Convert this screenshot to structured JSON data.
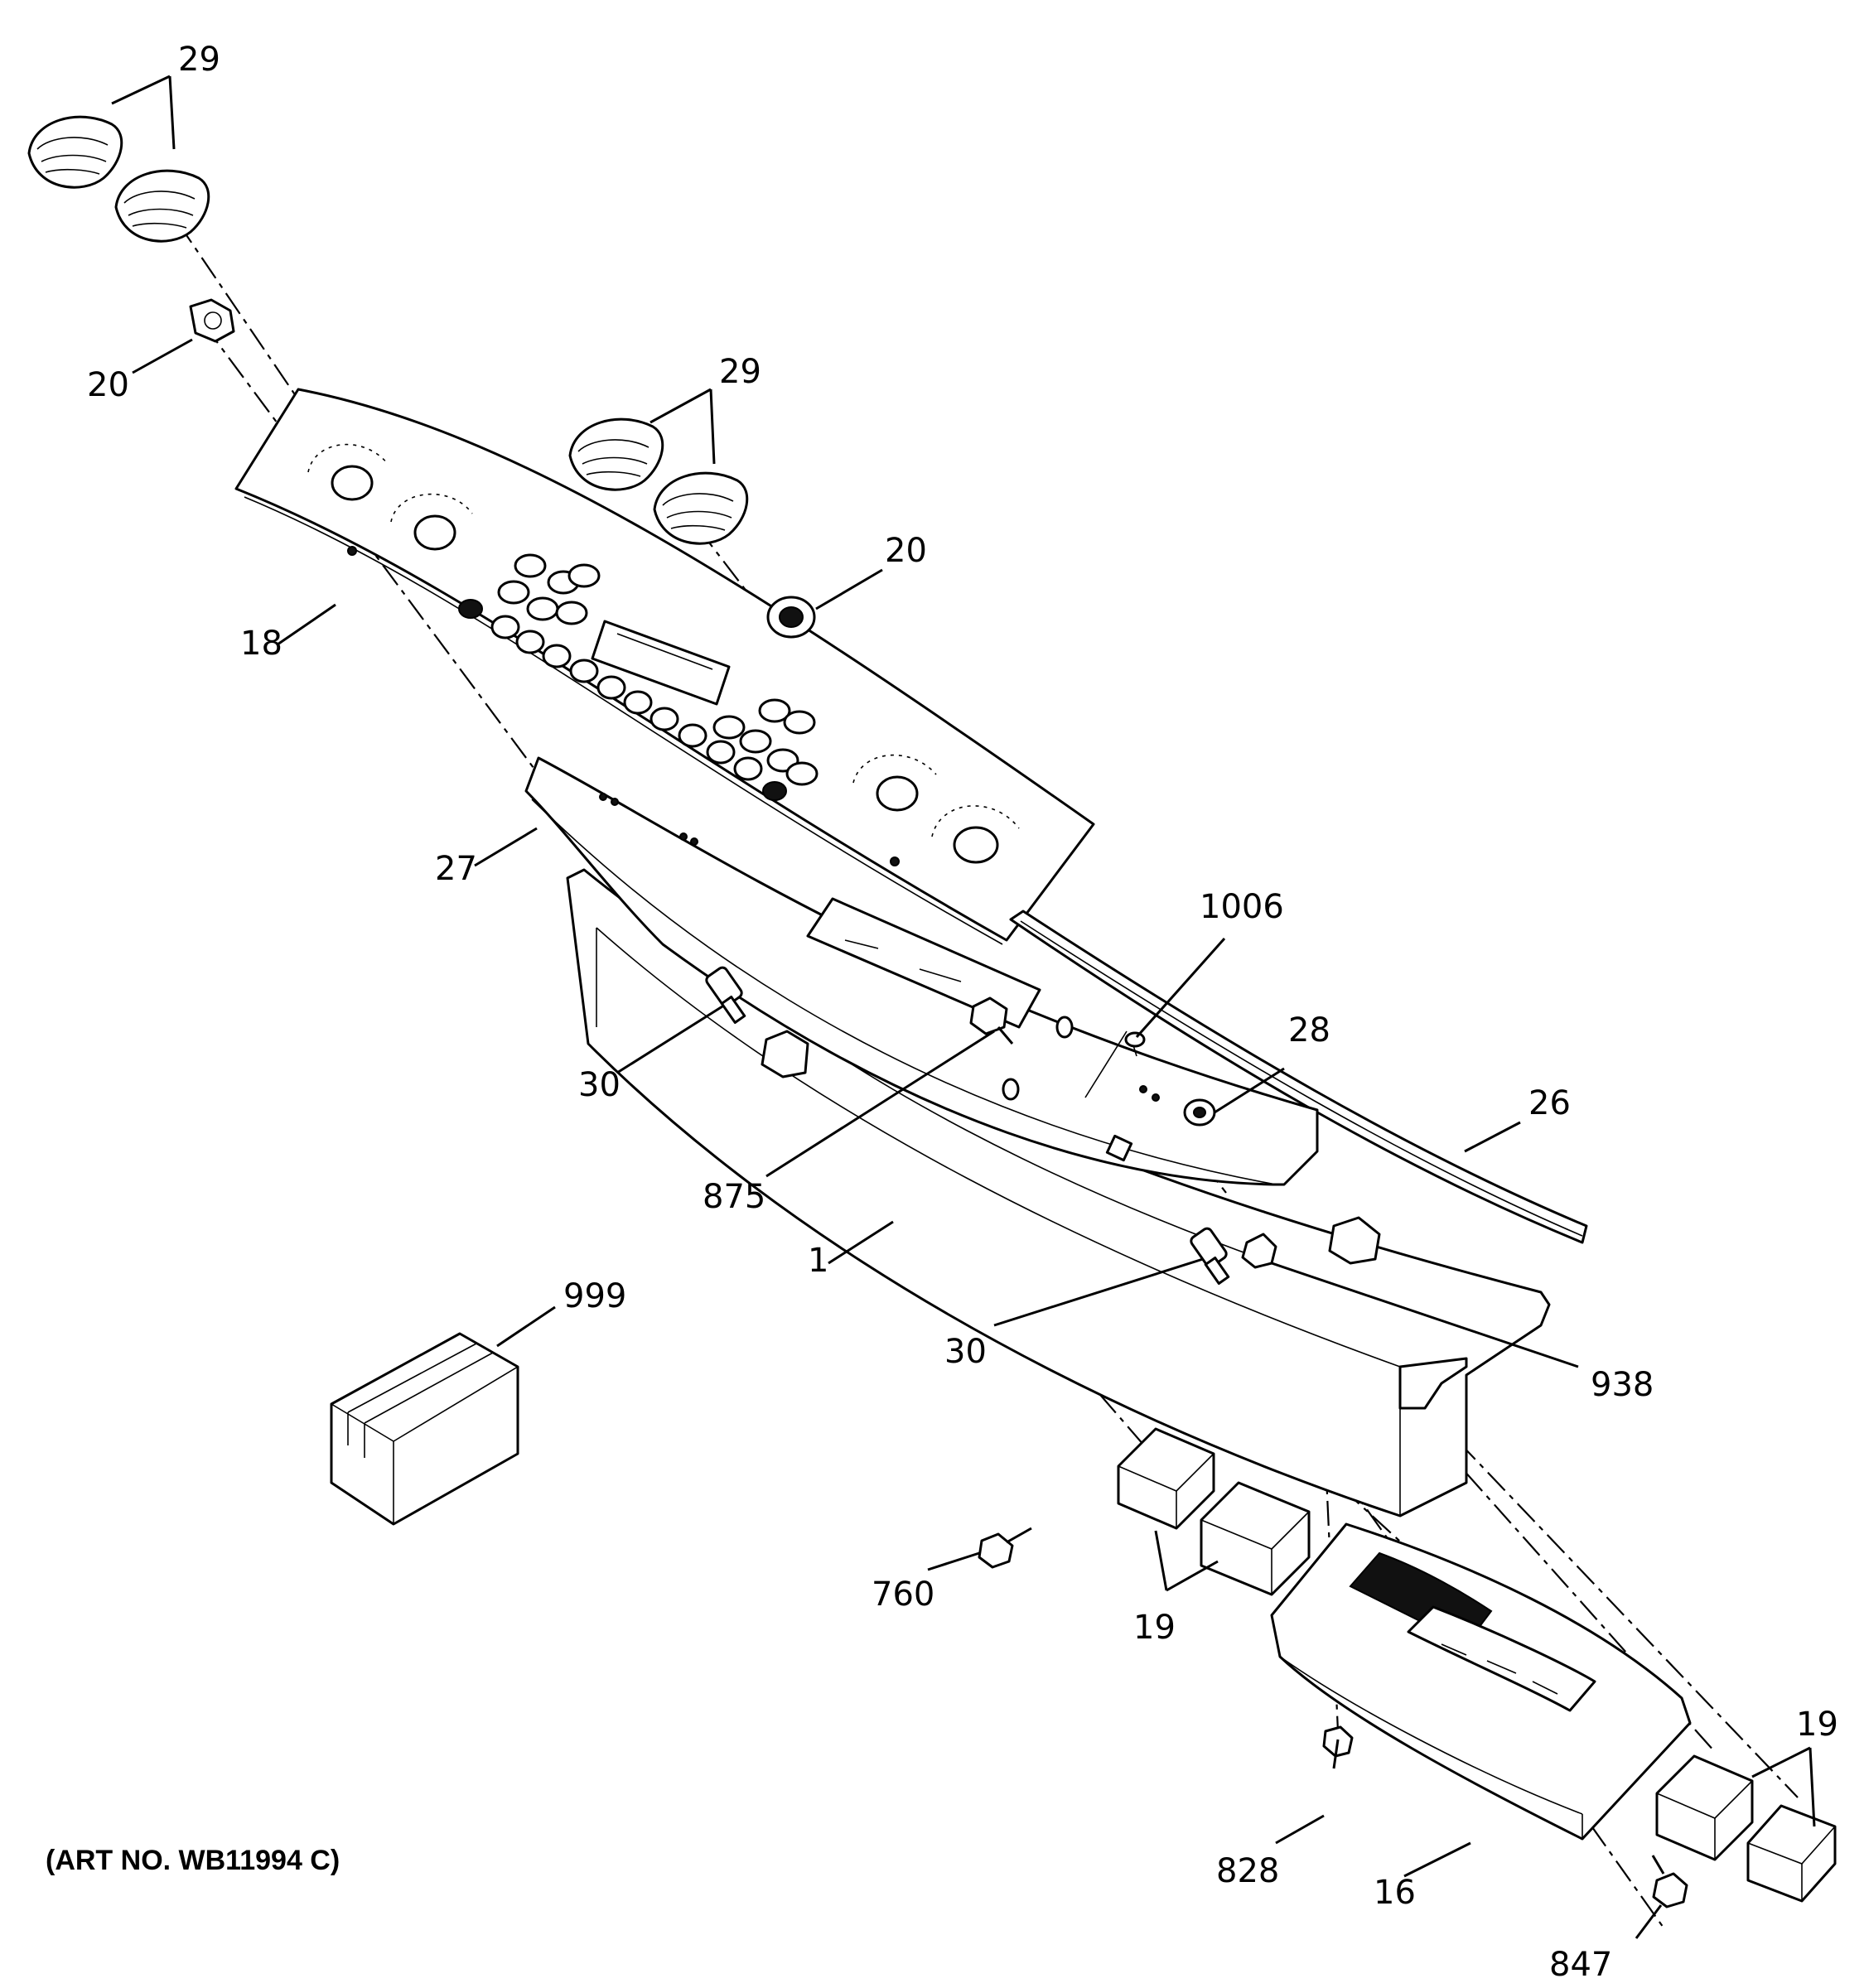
{
  "diagram": {
    "art_number": "(ART NO. WB11994 C)",
    "callouts": {
      "knob_pair_top_left": "29",
      "knob_pair_center": "29",
      "knob_nut_left": "20",
      "knob_nut_right": "20",
      "control_panel_overlay": "18",
      "panel_board": "27",
      "bracket_1006": "1006",
      "grommet_28": "28",
      "trim_strip": "26",
      "stud_30_left": "30",
      "screw_875": "875",
      "backsplash_frame": "1",
      "stud_30_right": "30",
      "clip_938": "938",
      "carton_999": "999",
      "screw_760": "760",
      "switch_pair_center": "19",
      "electronic_control": "16",
      "screw_828": "828",
      "switch_pair_right": "19",
      "screw_847": "847"
    }
  }
}
